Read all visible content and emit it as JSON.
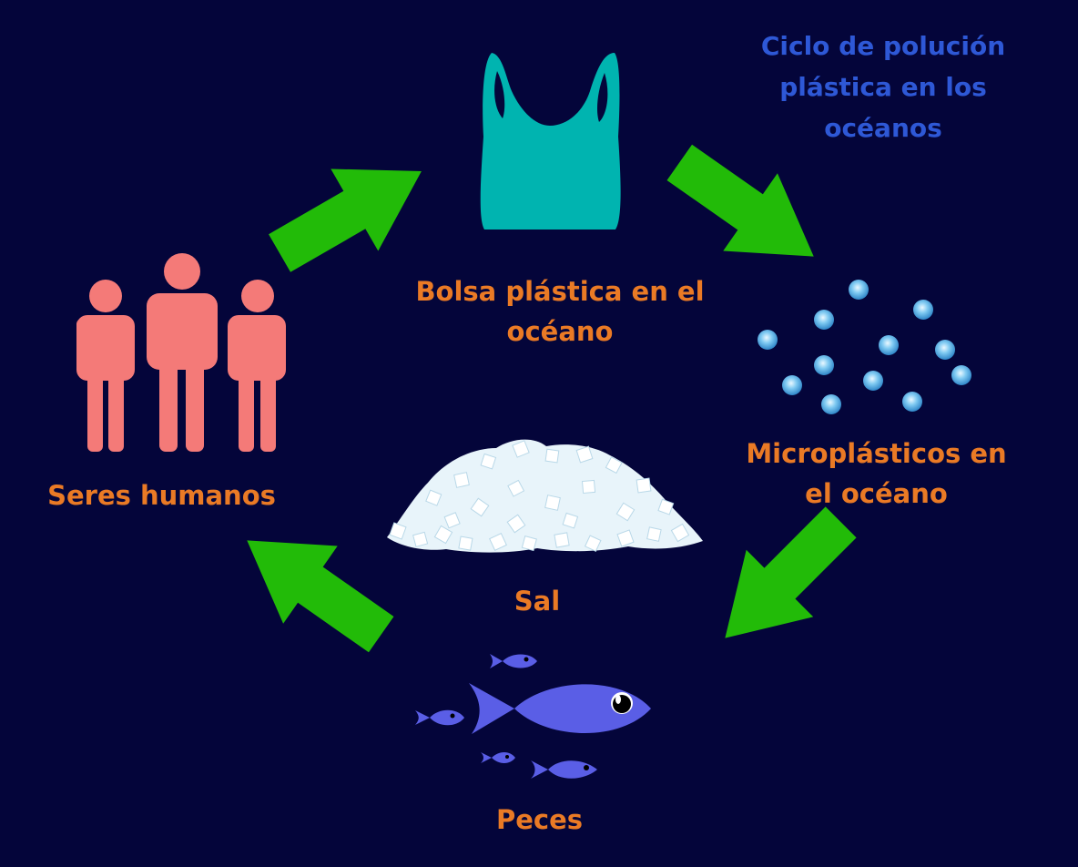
{
  "title": "Ciclo de polución\nplástica en los\nocéanos",
  "nodes": {
    "bag": {
      "label": "Bolsa plástica en el\nocéano",
      "icon": "plastic-bag-icon",
      "color": "#00b4b0"
    },
    "microplastics": {
      "label": "Microplásticos en\nel océano",
      "icon": "microplastic-beads-icon",
      "color": "#59b6ec"
    },
    "fish": {
      "label": "Peces",
      "icon": "fish-school-icon",
      "color": "#5a5ee6"
    },
    "salt": {
      "label": "Sal",
      "icon": "salt-pile-icon",
      "color": "#ffffff"
    },
    "humans": {
      "label": "Seres humanos",
      "icon": "people-icon",
      "color": "#f47a78"
    }
  },
  "arrow_color": "#22bb08",
  "label_color": "#ea7a25",
  "title_color": "#2e58d6"
}
